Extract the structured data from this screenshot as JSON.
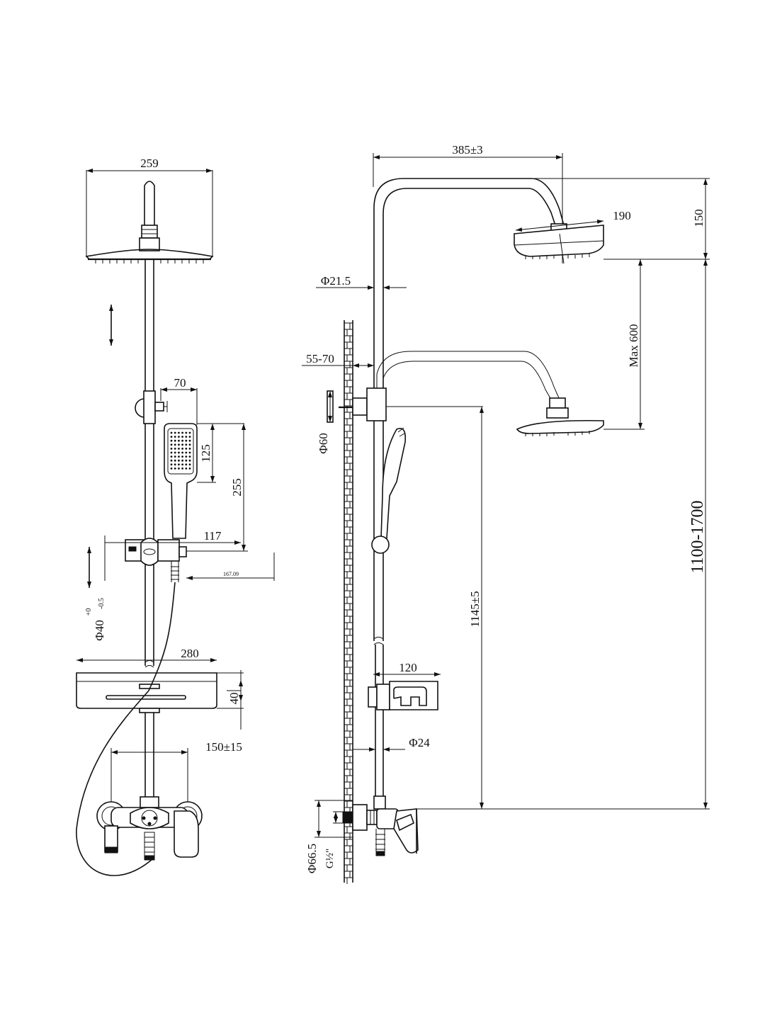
{
  "front_view": {
    "dim_head_width": "259",
    "dim_arm_offset": "70",
    "dim_hand_head": "125",
    "dim_hand_length": "255",
    "dim_holder": "117",
    "dim_small": "167.09",
    "dim_slide_bar": "Φ40",
    "dim_slide_tol_top": "+0",
    "dim_slide_tol_bot": "-0.5",
    "dim_shelf_width": "280",
    "dim_shelf_height": "40",
    "dim_inlet_spacing": "150±15"
  },
  "side_view": {
    "dim_arm_reach": "385±3",
    "dim_head_dia": "190",
    "dim_head_drop": "150",
    "dim_pipe_dia": "Φ21.5",
    "dim_wall_gap": "55-70",
    "dim_bracket_dia": "Φ60",
    "dim_max_adjust": "Max 600",
    "dim_total_height": "1100-1700",
    "dim_mixer_height": "1145±5",
    "dim_shelf_depth": "120",
    "dim_lower_pipe": "Φ24",
    "dim_flange_dia": "Φ66.5",
    "dim_thread": "G½\""
  }
}
